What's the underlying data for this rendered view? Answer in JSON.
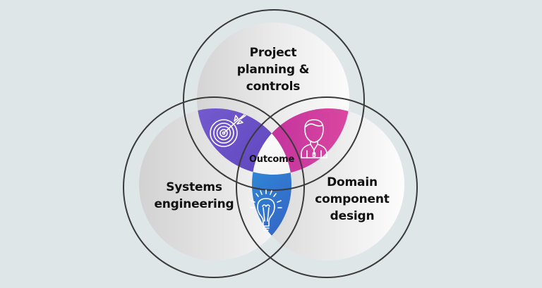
{
  "diagram": {
    "type": "three-circle-venn",
    "background": "#dfe6e8",
    "circles": [
      {
        "id": "top",
        "label": "Project\nplanning &\ncontrols"
      },
      {
        "id": "left",
        "label": "Systems\nengineering"
      },
      {
        "id": "right",
        "label": "Domain\ncomponent\ndesign"
      }
    ],
    "intersections": [
      {
        "between": [
          "top",
          "left"
        ],
        "icon": "target-arrow-icon",
        "color_from": "#7b5fd0",
        "color_to": "#5a3fb8"
      },
      {
        "between": [
          "top",
          "right"
        ],
        "icon": "person-icon",
        "color_from": "#c1309c",
        "color_to": "#e8519e"
      },
      {
        "between": [
          "left",
          "right"
        ],
        "icon": "lightbulb-icon",
        "color_from": "#2a8fdc",
        "color_to": "#3a3ab0"
      }
    ],
    "center": {
      "label": "Outcome"
    }
  }
}
